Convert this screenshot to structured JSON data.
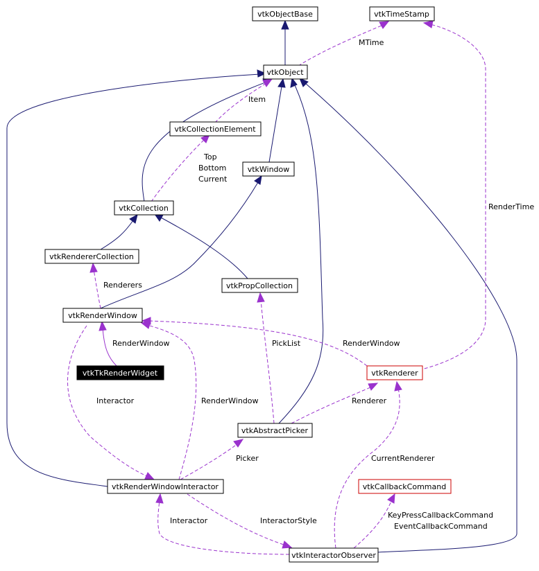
{
  "nodes": {
    "vtkObjectBase": "vtkObjectBase",
    "vtkTimeStamp": "vtkTimeStamp",
    "vtkObject": "vtkObject",
    "vtkCollectionElement": "vtkCollectionElement",
    "vtkWindow": "vtkWindow",
    "vtkCollection": "vtkCollection",
    "vtkRendererCollection": "vtkRendererCollection",
    "vtkPropCollection": "vtkPropCollection",
    "vtkRenderWindow": "vtkRenderWindow",
    "vtkTkRenderWidget": "vtkTkRenderWidget",
    "vtkRenderer": "vtkRenderer",
    "vtkAbstractPicker": "vtkAbstractPicker",
    "vtkRenderWindowInteractor": "vtkRenderWindowInteractor",
    "vtkCallbackCommand": "vtkCallbackCommand",
    "vtkInteractorObserver": "vtkInteractorObserver"
  },
  "labels": {
    "mtime": "MTime",
    "item": "Item",
    "top": "Top",
    "bottom": "Bottom",
    "current": "Current",
    "render_time": "RenderTime",
    "renderers": "Renderers",
    "render_window_tk": "RenderWindow",
    "pick_list": "PickList",
    "render_window_renderer": "RenderWindow",
    "interactor_rwi": "Interactor",
    "render_window_rwi": "RenderWindow",
    "renderer": "Renderer",
    "picker": "Picker",
    "current_renderer": "CurrentRenderer",
    "interactor_observer": "Interactor",
    "interactor_style": "InteractorStyle",
    "keypress_callback": "KeyPressCallbackCommand",
    "event_callback": "EventCallbackCommand"
  },
  "colors": {
    "inheritance_edge": "#191970",
    "usage_edge": "#9a32cd",
    "highlight_border": "#cc0000",
    "focus_node_fill": "#000000"
  }
}
